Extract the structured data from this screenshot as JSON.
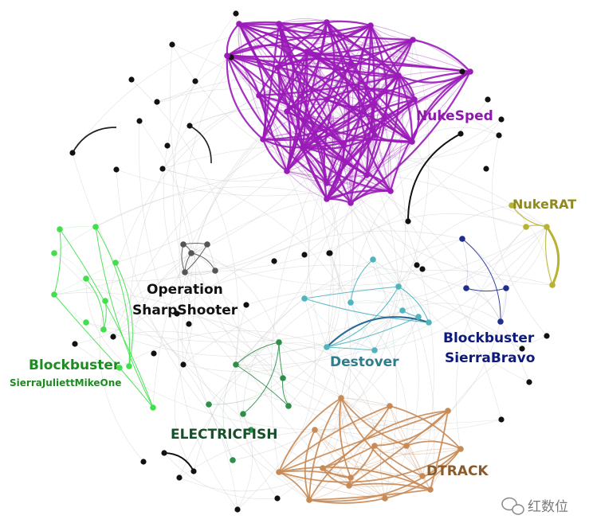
{
  "clusters": [
    {
      "id": "nukesped",
      "label": "NukeSped",
      "color": "#9a1bb8",
      "label_color": "#8b1aa8"
    },
    {
      "id": "nukerat",
      "label": "NukeRAT",
      "color": "#b7b32e",
      "label_color": "#8f8a1c"
    },
    {
      "id": "operation",
      "label_lines": [
        "Operation",
        "SharpShooter"
      ],
      "color": "#555555",
      "label_color": "#111111"
    },
    {
      "id": "sierrajuliett",
      "label_lines": [
        "Blockbuster",
        "SierraJuliettMikeOne"
      ],
      "color": "#3fe04a",
      "label_color": "#1e8a22"
    },
    {
      "id": "destover",
      "label": "Destover",
      "color": "#4fb4be",
      "label_color": "#2f7d8c"
    },
    {
      "id": "sierrabravo",
      "label_lines": [
        "Blockbuster",
        "SierraBravo"
      ],
      "color": "#1f2d8f",
      "label_color": "#0d1a7a"
    },
    {
      "id": "electricfish",
      "label": "ELECTRICFISH",
      "color": "#2e8f4a",
      "label_color": "#174f2a"
    },
    {
      "id": "dtrack",
      "label": "DTRACK",
      "color": "#c88a55",
      "label_color": "#8a5a2b"
    }
  ],
  "watermark": {
    "text": "红数位",
    "icon": "wechat-icon"
  }
}
